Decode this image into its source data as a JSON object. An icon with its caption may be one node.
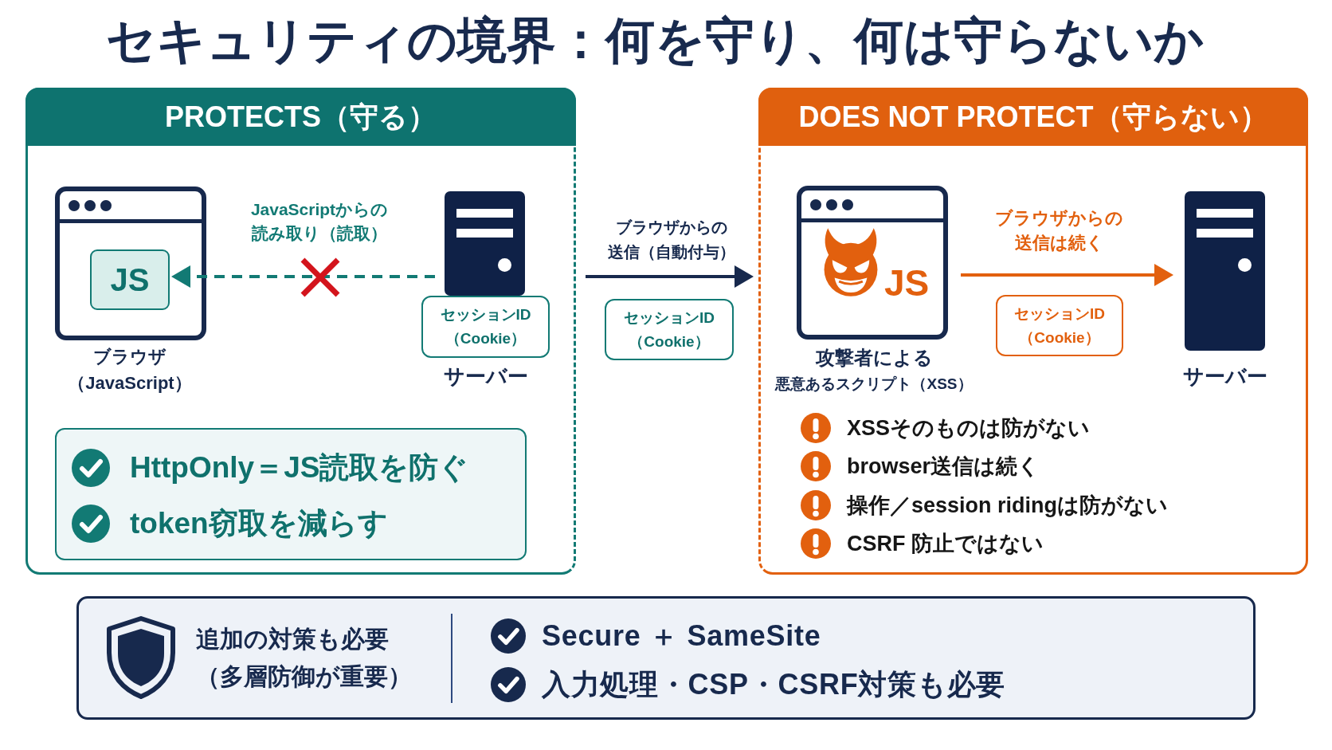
{
  "diagram": {
    "title": "セキュリティの境界：何を守り、何は守らないか",
    "nodes": [
      {
        "text": [
          "PROTECTS（守る）"
        ]
      },
      {
        "text": [],
        "shape": "window",
        "beside": [
          "ブラウザ（JavaScript）"
        ],
        "in": 0
      },
      {
        "text": [
          "JS"
        ],
        "in": 1
      },
      {
        "text": [],
        "shape": "server",
        "in": 0
      },
      {
        "text": [
          "セッションID（Cookie）"
        ],
        "in": 0
      },
      {
        "text": [
          "HttpOnly＝JS読取を防ぐ",
          "token窃取を減らす"
        ],
        "in": 0
      },
      {
        "text": [
          "セッションID（Cookie）"
        ]
      },
      {
        "text": [
          "DOES NOT PROTECT（守らない）",
          "XSSそのものは防がない",
          "browser送信は続く",
          "操作／session ridingは防がない",
          "CSRF 防止ではない"
        ]
      },
      {
        "text": [
          "JS"
        ],
        "beside": [
          "攻撃者による",
          "悪意あるスクリプト（XSS）"
        ],
        "in": 7
      },
      {
        "text": [
          "セッションID（Cookie）"
        ],
        "in": 7
      },
      {
        "text": [],
        "shape": "server",
        "beside": [
          "サーバー"
        ],
        "in": 7
      },
      {
        "text": [
          "追加の対策も必要（多層防御が重要）",
          "Secure ＋ SameSite",
          "入力処理・CSP・CSRF対策も必要"
        ]
      }
    ],
    "edges": [
      {
        "from": 3,
        "to": 2,
        "arrow": "to",
        "label": "JavaScriptからの読み取り（読取）",
        "style": "dashed",
        "color": "#127a74"
      },
      {
        "from": 0,
        "to": 7,
        "arrow": "to",
        "label": "ブラウザからの送信（自動付与）"
      },
      {
        "from": 8,
        "to": 10,
        "arrow": "to",
        "label": "ブラウザからの送信は続く",
        "color": "#e2600e"
      }
    ],
    "labels": [
      "サーバー"
    ]
  }
}
